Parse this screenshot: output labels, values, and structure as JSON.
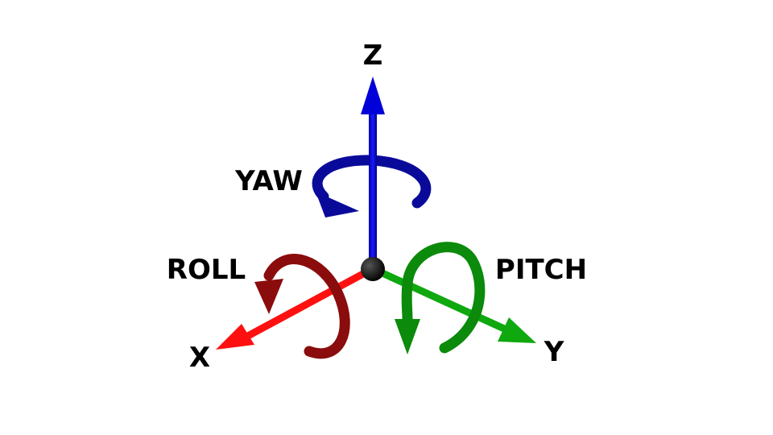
{
  "axes": {
    "z": {
      "label": "Z",
      "color": "#0000d8",
      "rotation_label": "YAW",
      "rotation_color": "#0a0a9a"
    },
    "x": {
      "label": "X",
      "color": "#ff1010",
      "rotation_label": "ROLL",
      "rotation_color": "#8a0c0c"
    },
    "y": {
      "label": "Y",
      "color": "#0fa80f",
      "rotation_label": "PITCH",
      "rotation_color": "#0b8a0b"
    }
  },
  "origin_color": "#000000"
}
